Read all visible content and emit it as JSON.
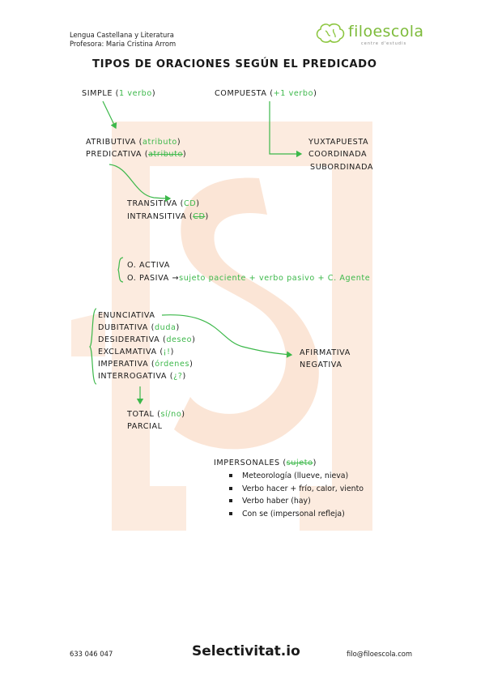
{
  "header": {
    "subject": "Lengua Castellana y Literatura",
    "teacher": "Profesora: Maria Cristina Arrom",
    "logo_name": "filoescola",
    "logo_tagline": "centre d'estudis"
  },
  "title": "TIPOS DE ORACIONES SEGÚN EL PREDICADO",
  "simple": {
    "label": "SIMPLE",
    "open": " (",
    "note": "1 verbo",
    "close": ")"
  },
  "compuesta": {
    "label": "COMPUESTA",
    "open": " (",
    "note": "+1 verbo",
    "close": ")"
  },
  "compuesta_types": [
    "YUXTAPUESTA",
    "COORDINADA",
    "SUBORDINADA"
  ],
  "atributiva": {
    "label": "ATRIBUTIVA",
    "open": " (",
    "note": "atributo",
    "close": ")"
  },
  "predicativa": {
    "label": "PREDICATIVA",
    "open": " (",
    "note": "atributo",
    "close": ")"
  },
  "transitiva": {
    "label": "TRANSITIVA",
    "open": " (",
    "note": "CD",
    "close": ")"
  },
  "intransitiva": {
    "label": "INTRANSITIVA",
    "open": " (",
    "note": "CD",
    "close": ")"
  },
  "activa": "O. ACTIVA",
  "pasiva": {
    "label": "O. PASIVA",
    "arrow": "→",
    "note": "sujeto paciente + verbo pasivo + C. Agente"
  },
  "modalidad": [
    {
      "label": "ENUNCIATIVA",
      "note": ""
    },
    {
      "label": "DUBITATIVA",
      "note": "duda"
    },
    {
      "label": "DESIDERATIVA",
      "note": "deseo"
    },
    {
      "label": "EXCLAMATIVA",
      "note": "¡!"
    },
    {
      "label": "IMPERATIVA",
      "note": "órdenes"
    },
    {
      "label": "INTERROGATIVA",
      "note": "¿?"
    }
  ],
  "enunciativa_types": [
    "AFIRMATIVA",
    "NEGATIVA"
  ],
  "interrogativa_types": [
    {
      "label": "TOTAL",
      "note": "sí/no"
    },
    {
      "label": "PARCIAL",
      "note": ""
    }
  ],
  "impersonales": {
    "label": "IMPERSONALES",
    "open": " (",
    "note": "sujeto",
    "close": ")",
    "items": [
      "Meteorología (llueve, nieva)",
      "Verbo hacer + frío, calor, viento",
      "Verbo haber (hay)",
      "Con se (impersonal refleja)"
    ]
  },
  "footer": {
    "phone": "633 046 047",
    "brand": "Selectivitat.io",
    "email": "filo@filoescola.com"
  },
  "colors": {
    "accent": "#3cb84a",
    "watermark": "#fbe9dc",
    "brand_orange": "#f07c2e"
  }
}
